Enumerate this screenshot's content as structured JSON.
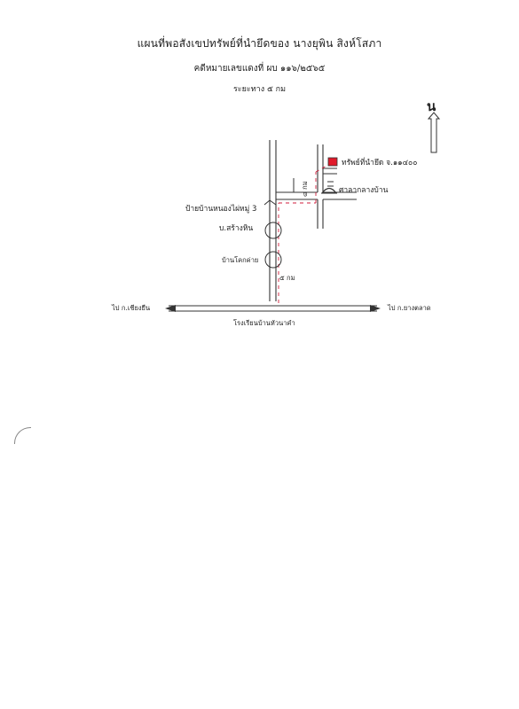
{
  "document": {
    "title": "แผนที่พอสังเขปทรัพย์ที่นำยึดของ นางยุพิน  สิงห์โสภา",
    "case_number": "คดีหมายเลขแดงที่  ผบ ๑๑๖/๒๕๖๕",
    "distance_note": "ระยะทาง ๕ กม"
  },
  "map": {
    "north_label": "น",
    "labels": {
      "property": "ทรัพย์ที่นำยึด  จ.๑๑๔๐๐",
      "pavilion": "ศาลากลางบ้าน",
      "village_sign": "ป้ายบ้านหนองไผ่หมู่ 3",
      "sawang_hin": "บ.สร้างหิน",
      "ban_khok_khai": "บ้านโคกค่าย",
      "dist_side": "๘ กม",
      "dist_main": "๕ กม",
      "to_left": "ไป ก.เชียงยืน",
      "to_right": "ไป ก.ยางตลาด",
      "school": "โรงเรียนบ้านหัวนาคำ"
    },
    "colors": {
      "road": "#333333",
      "route": "#d21e3c",
      "property": "#e01a2a"
    }
  }
}
